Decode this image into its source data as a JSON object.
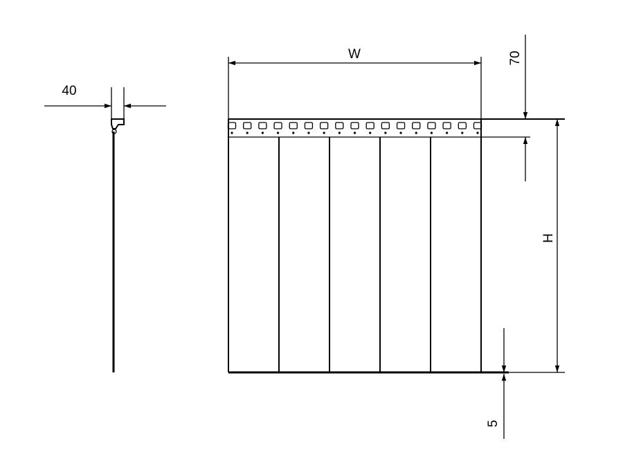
{
  "dimensions": {
    "width_label": "W",
    "height_label": "H",
    "top_offset_label": "70",
    "bottom_gap_label": "5",
    "side_depth_label": "40"
  },
  "curtain": {
    "strip_count": 5,
    "hook_count": 17
  },
  "colors": {
    "line": "#000000",
    "background": "#ffffff"
  }
}
